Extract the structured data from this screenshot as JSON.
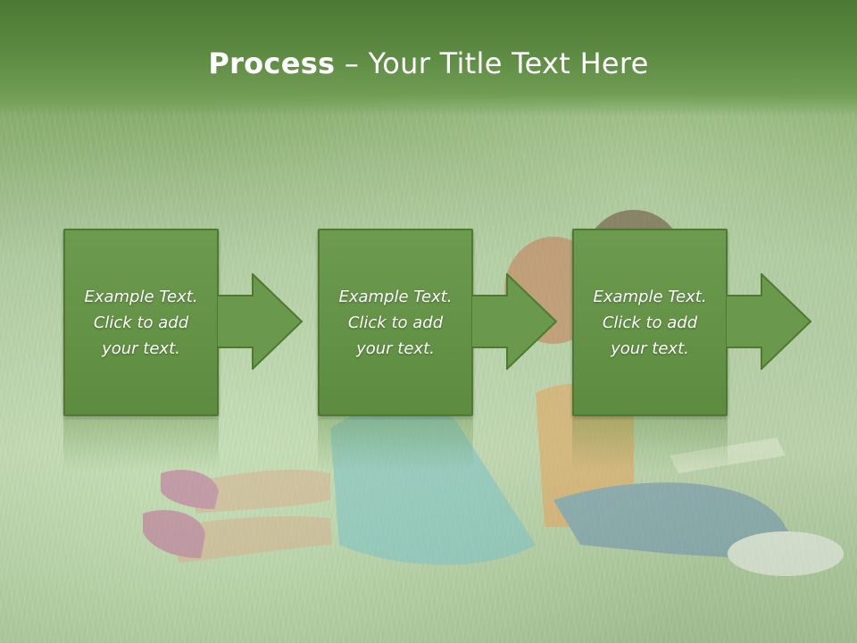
{
  "slide": {
    "title_bold": "Process",
    "title_rest": " – Your Title Text Here",
    "steps": [
      {
        "text": "Example Text.\nClick  to add\nyour text."
      },
      {
        "text": "Example Text.\nClick  to add\nyour text."
      },
      {
        "text": "Example Text.\nClick  to add\nyour text."
      }
    ]
  },
  "colors": {
    "title_bar": "#5d8a42",
    "box_fill": "#6c9a4e",
    "box_border": "#4c7a31",
    "text": "#ffffff"
  }
}
